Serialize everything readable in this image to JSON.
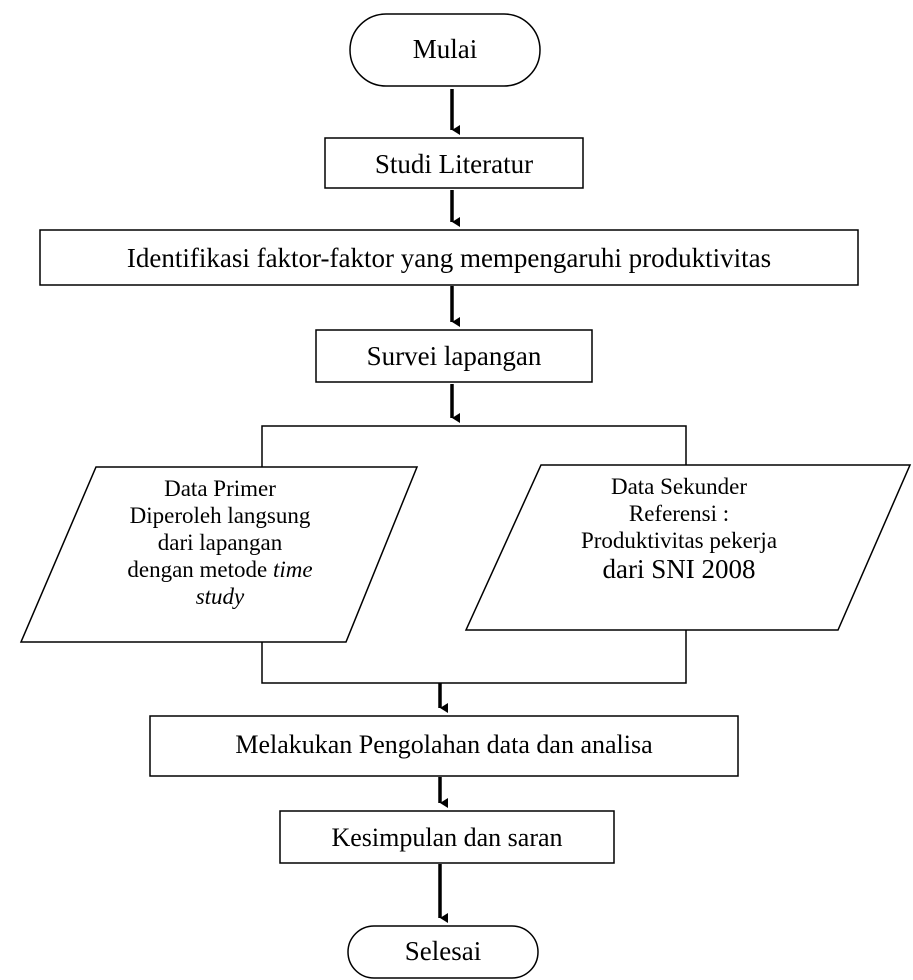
{
  "flowchart": {
    "start": "Mulai",
    "step_literature": "Studi Literatur",
    "step_identification": "Identifikasi faktor-faktor yang mempengaruhi produktivitas",
    "step_survey": "Survei lapangan",
    "primary_data": {
      "title": "Data Primer",
      "line1": "Diperoleh langsung",
      "line2": "dari lapangan",
      "line3_regular": "dengan metode ",
      "line3_italic": "time",
      "line4_italic": "study"
    },
    "secondary_data": {
      "title": "Data Sekunder",
      "line1": "Referensi :",
      "line2": "Produktivitas pekerja",
      "line3": "dari SNI 2008"
    },
    "step_processing": "Melakukan Pengolahan data dan analisa",
    "step_conclusion": "Kesimpulan dan saran",
    "end": "Selesai"
  },
  "colors": {
    "stroke": "#000000",
    "background": "#ffffff"
  }
}
